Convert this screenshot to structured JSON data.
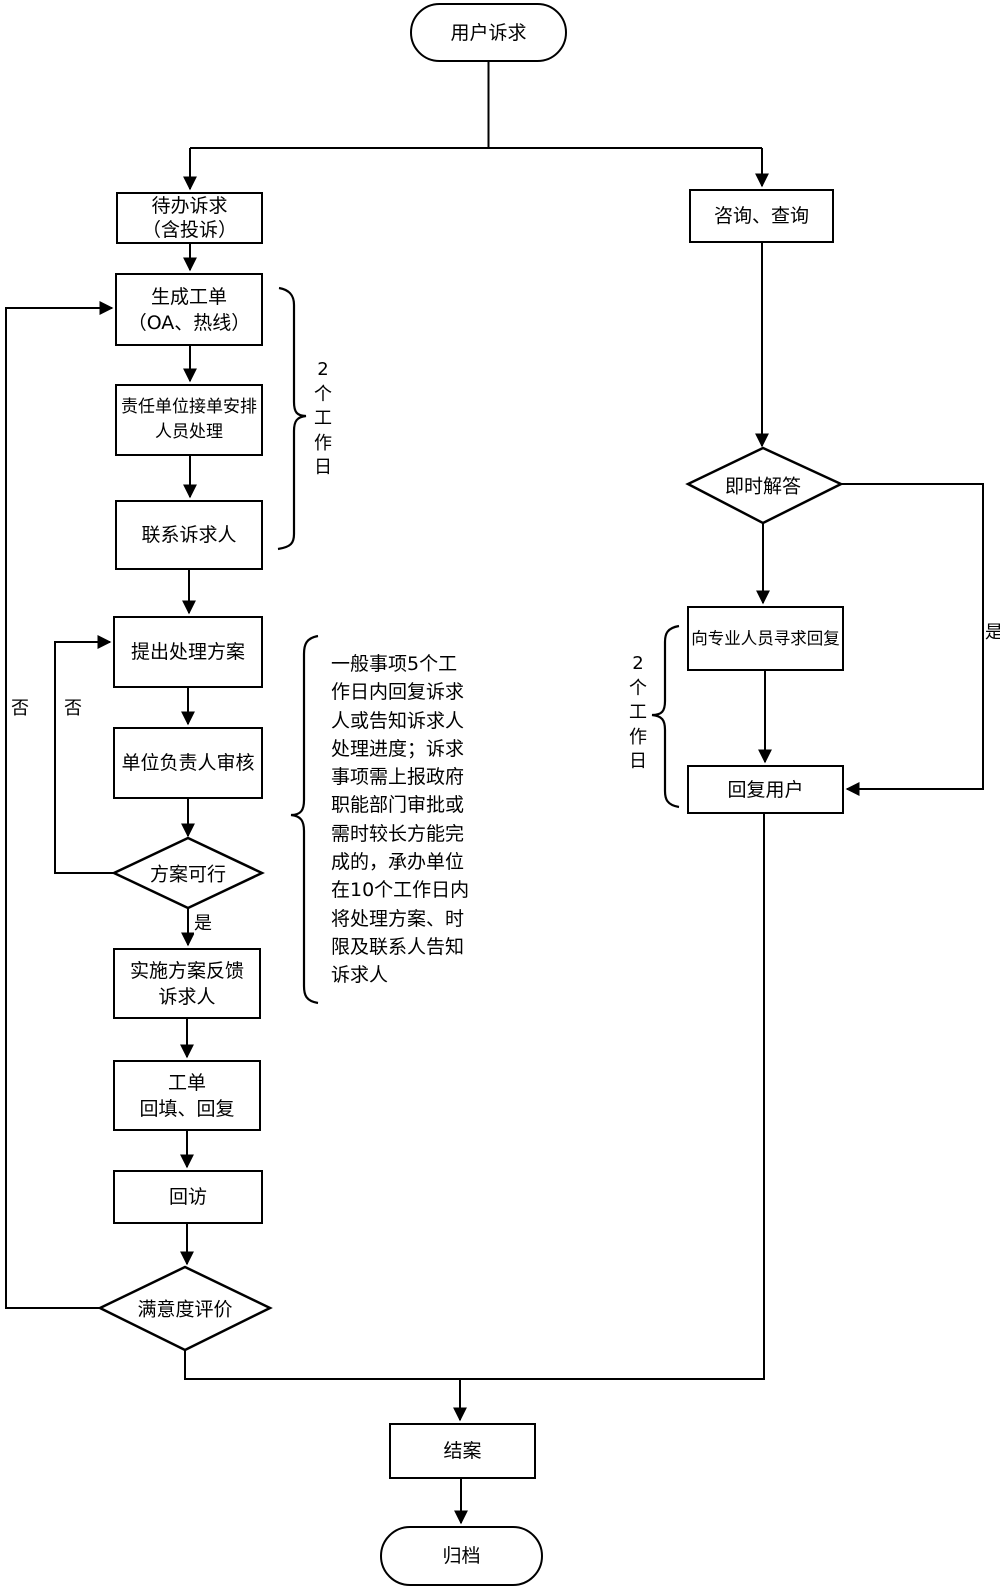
{
  "colors": {
    "line": "#000000",
    "background": "#ffffff",
    "text": "#000000"
  },
  "nodes": {
    "start": {
      "label": "用户诉求"
    },
    "pending": {
      "lines": [
        "待办诉求",
        "（含投诉）"
      ]
    },
    "consult": {
      "label": "咨询、查询"
    },
    "generate": {
      "lines": [
        "生成工单",
        "（OA、热线）"
      ]
    },
    "assign": {
      "lines": [
        "责任单位接单安排",
        "人员处理"
      ]
    },
    "contact": {
      "label": "联系诉求人"
    },
    "propose": {
      "label": "提出处理方案"
    },
    "review": {
      "label": "单位负责人审核"
    },
    "feasible": {
      "label": "方案可行"
    },
    "implement": {
      "lines": [
        "实施方案反馈",
        "诉求人"
      ]
    },
    "workorder": {
      "lines": [
        "工单",
        "回填、回复"
      ]
    },
    "visit": {
      "label": "回访"
    },
    "satisfaction": {
      "label": "满意度评价"
    },
    "close": {
      "label": "结案"
    },
    "archive": {
      "label": "归档"
    },
    "instant": {
      "label": "即时解答"
    },
    "expert": {
      "label": "向专业人员寻求回复"
    },
    "reply": {
      "label": "回复用户"
    }
  },
  "edge_labels": {
    "no_outer": "否",
    "no_inner": "否",
    "yes_feasible": "是",
    "yes_instant": "是"
  },
  "brackets": {
    "left_days": "2个工作日",
    "right_days": "2个工作日"
  },
  "annotation": {
    "lines": [
      "一般事项5个工",
      "作日内回复诉求",
      "人或告知诉求人",
      "处理进度；诉求",
      "事项需上报政府",
      "职能部门审批或",
      "需时较长方能完",
      "成的，承办单位",
      "在10个工作日内",
      "将处理方案、时",
      "限及联系人告知",
      "诉求人"
    ]
  }
}
